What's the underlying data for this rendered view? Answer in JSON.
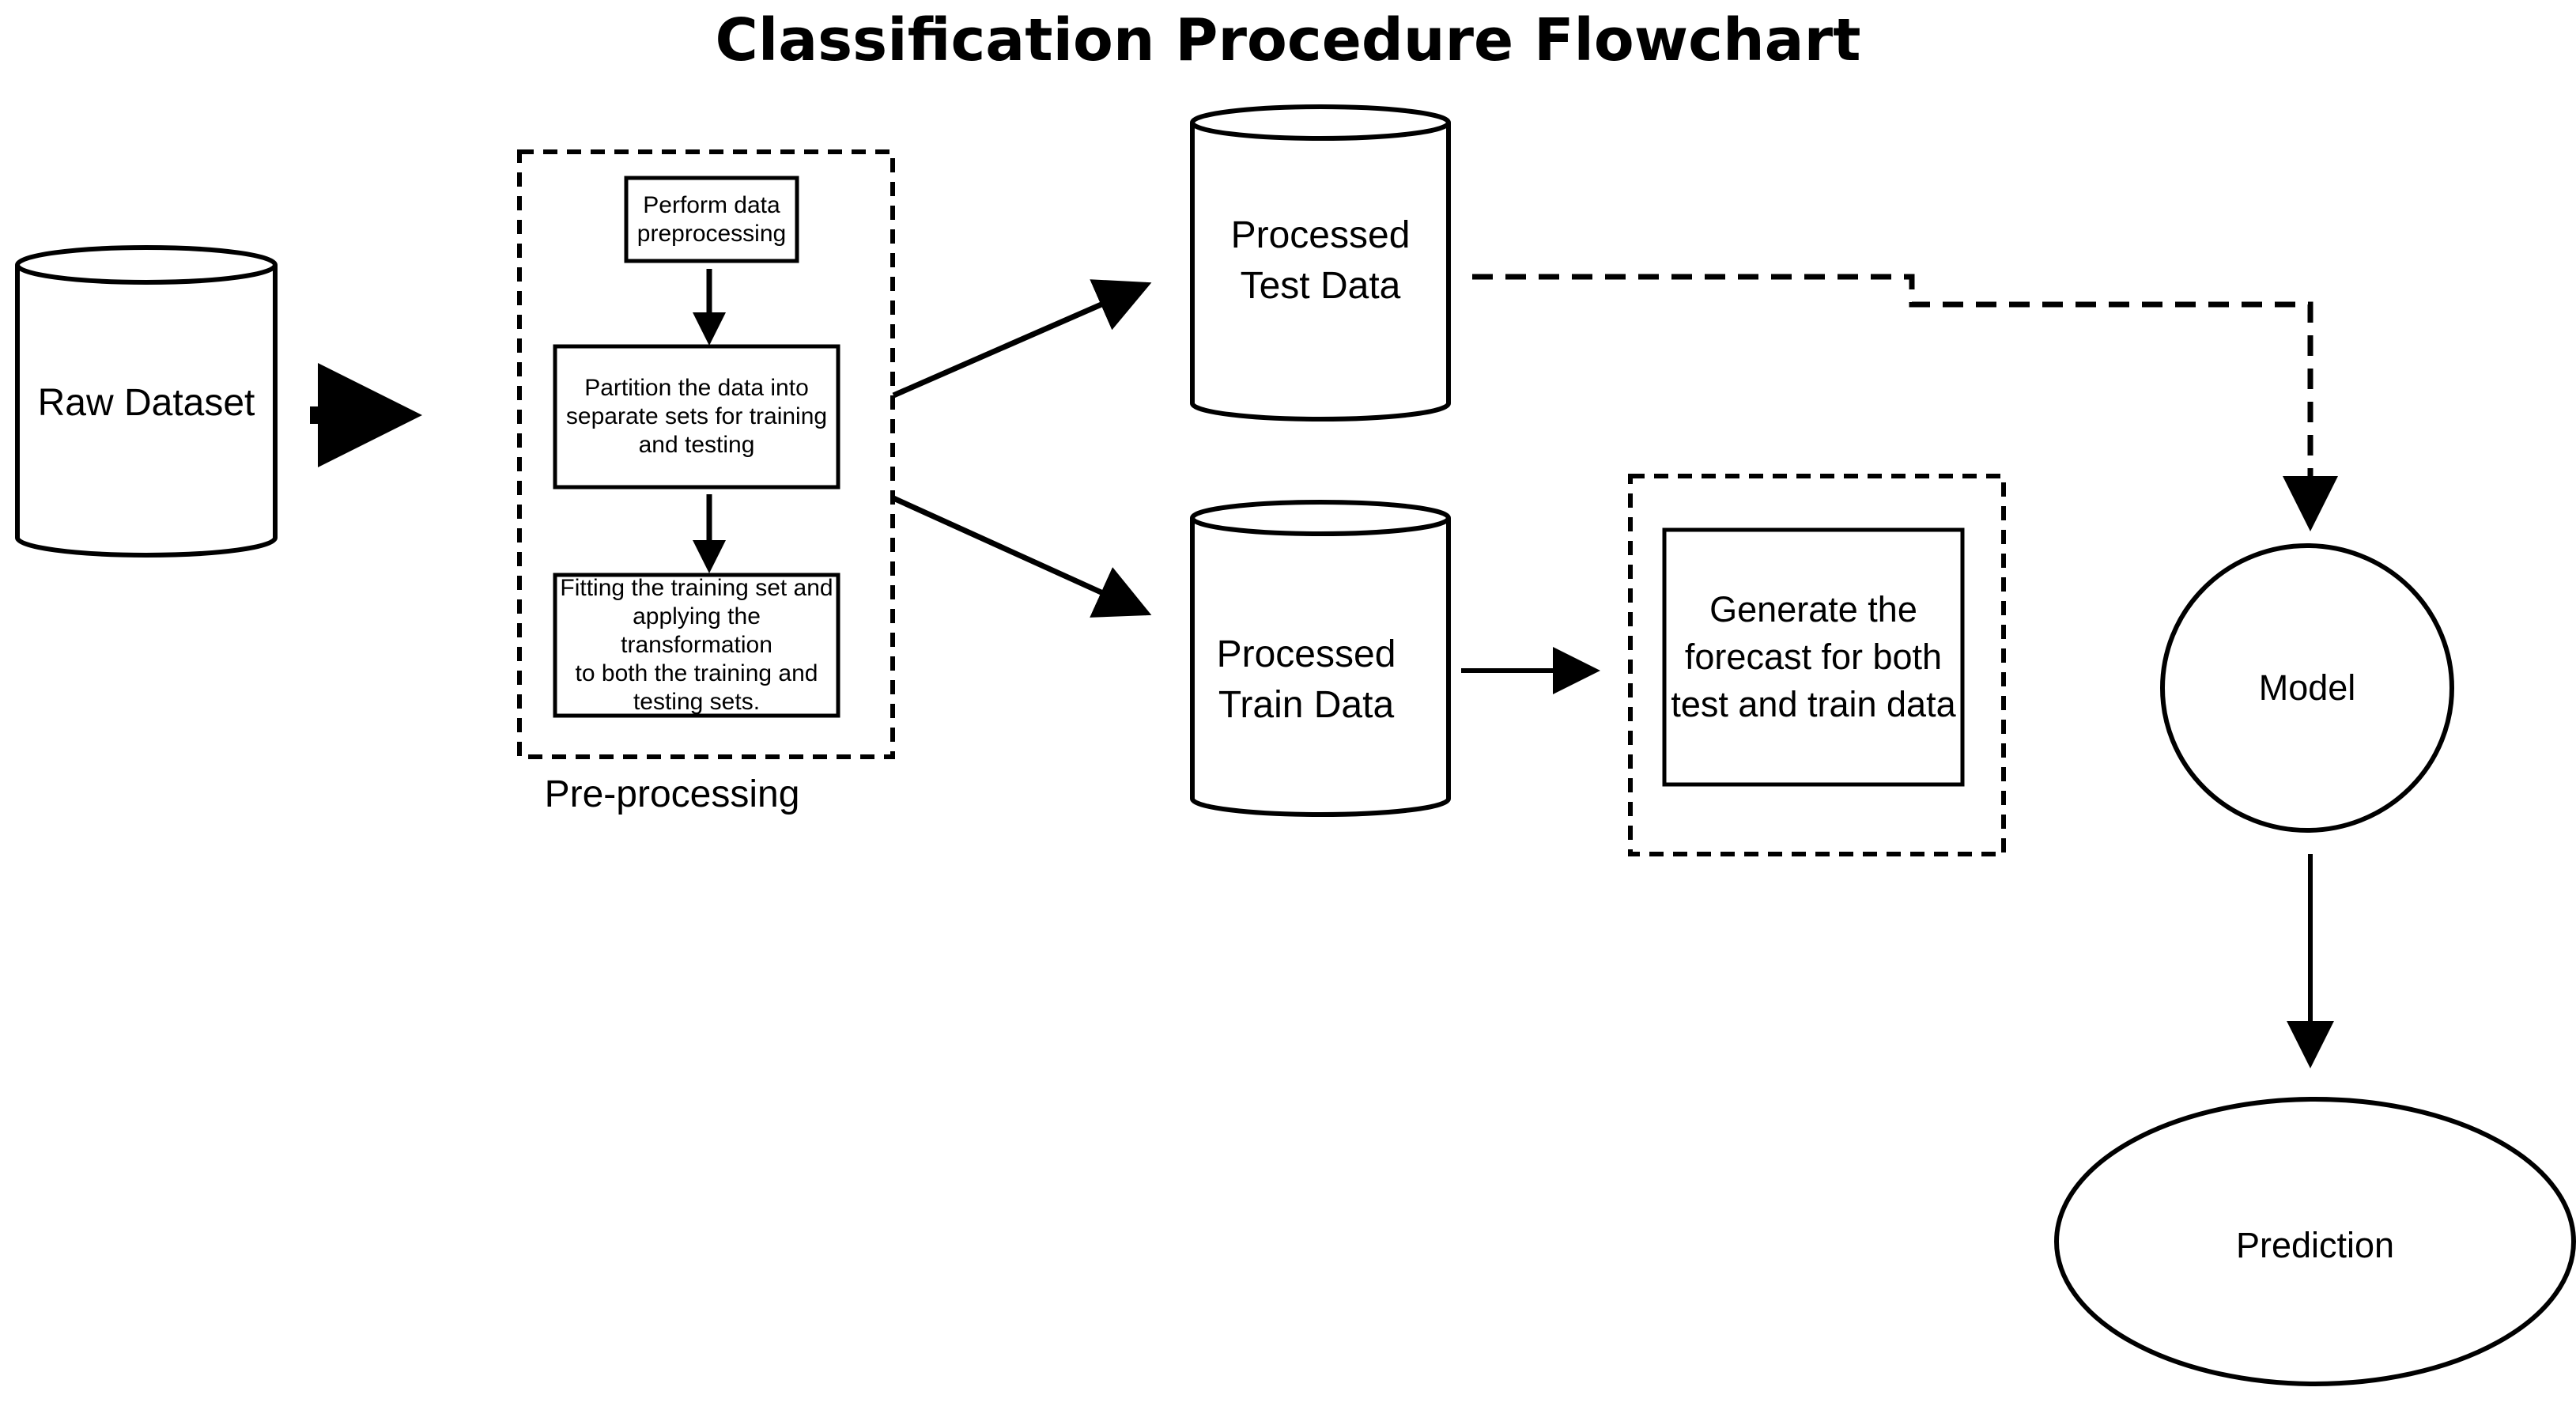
{
  "title": "Classification Procedure Flowchart",
  "nodes": {
    "raw_dataset": "Raw Dataset",
    "step_preprocess": "Perform data\npreprocessing",
    "step_partition": "Partition the data into\nseparate sets for training\nand testing",
    "step_fit": "Fitting the training set and\napplying the transformation\nto both the training and\ntesting sets.",
    "preprocessing_group": "Pre-processing",
    "processed_test": "Processed\nTest Data",
    "processed_train": "Processed\nTrain Data",
    "forecast": "Generate the\nforecast for both\ntest and train data",
    "model": "Model",
    "prediction": "Prediction"
  },
  "colors": {
    "line": "#000000",
    "background": "#ffffff"
  }
}
